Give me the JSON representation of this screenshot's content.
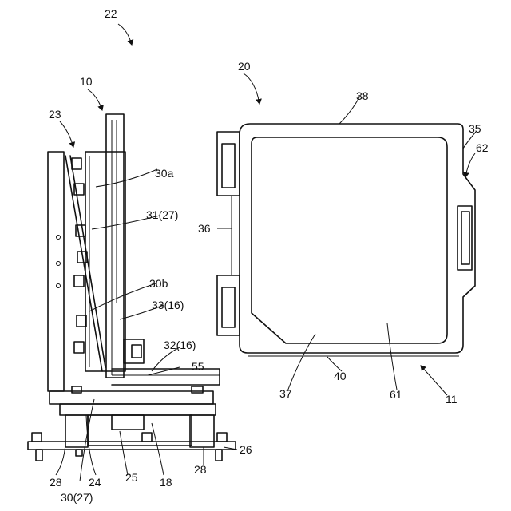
{
  "labels": {
    "l22": "22",
    "l10": "10",
    "l20": "20",
    "l23": "23",
    "l38": "38",
    "l35": "35",
    "l62": "62",
    "l30a": "30a",
    "l31_27": "31(27)",
    "l36": "36",
    "l30b": "30b",
    "l33_16": "33(16)",
    "l32_16": "32(16)",
    "l55": "55",
    "l37": "37",
    "l40": "40",
    "l61": "61",
    "l11": "11",
    "l26": "26",
    "l28a": "28",
    "l28b": "28",
    "l24": "24",
    "l25": "25",
    "l18": "18",
    "l30_27": "30(27)"
  }
}
